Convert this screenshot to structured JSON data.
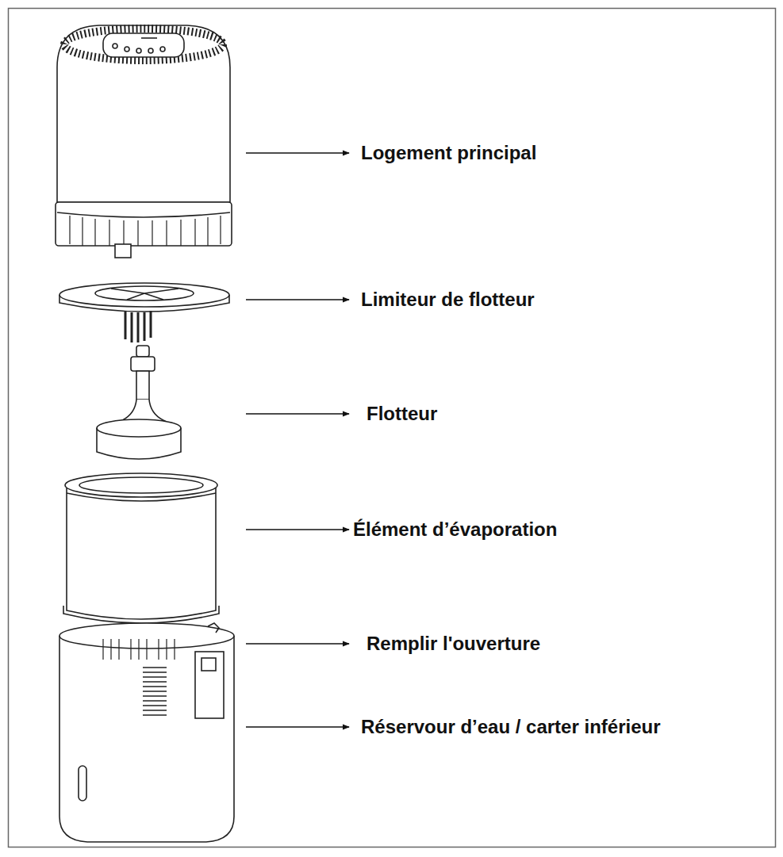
{
  "diagram": {
    "labels": [
      "Logement principal",
      "Limiteur de flotteur",
      "Flotteur",
      "Élément d’évaporation",
      "Remplir l'ouverture",
      "Réservour d’eau / carter inférieur"
    ]
  }
}
